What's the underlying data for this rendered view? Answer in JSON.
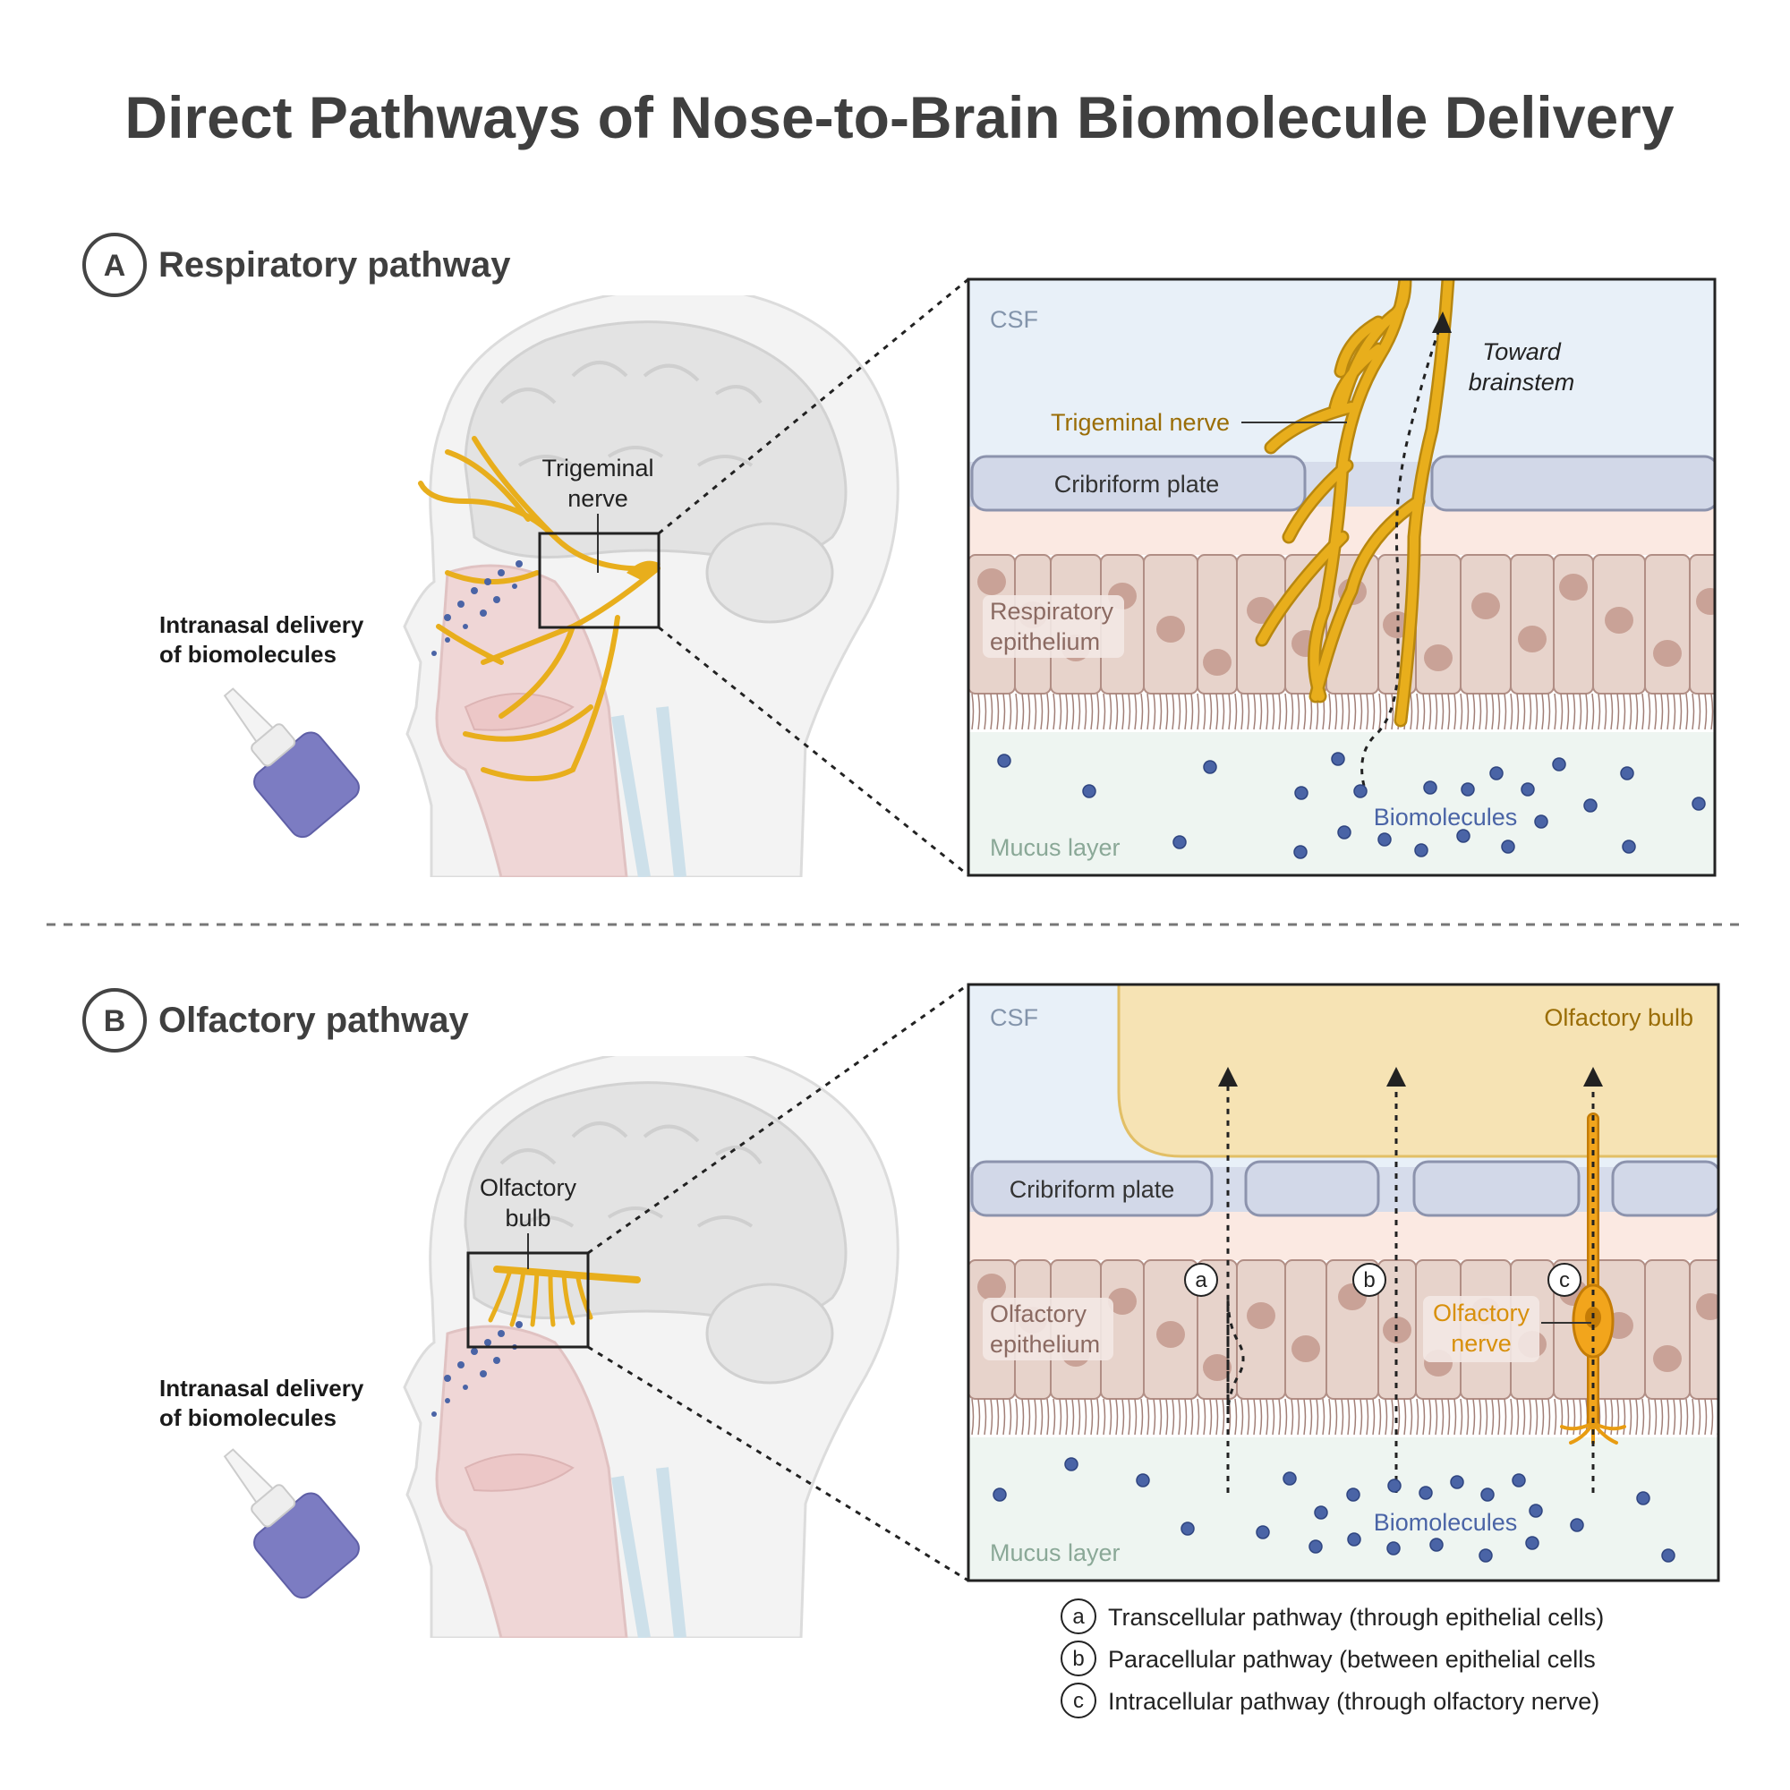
{
  "title": "Direct Pathways of Nose-to-Brain Biomolecule Delivery",
  "colors": {
    "nerve": "#e8ae1c",
    "nerve_text": "#9a6d06",
    "olfactory_text": "#d8900c",
    "biomolecule": "#4a64a6",
    "csf": "#e8f0f8",
    "plate": "#d2d8e8",
    "mucus": "#eef5f1",
    "cell": "#e7d3cb",
    "nucleus": "#c9a297",
    "bulb": "#f6e3b4",
    "bottle": "#7c7cc2"
  },
  "panels": [
    {
      "letter": "A",
      "heading": "Respiratory pathway",
      "delivery_label": [
        "Intranasal delivery",
        "of biomolecules"
      ],
      "head_callout": [
        "Trigeminal",
        "nerve"
      ],
      "inset": {
        "csf": "CSF",
        "nerve_label": "Trigeminal nerve",
        "toward": [
          "Toward",
          "brainstem"
        ],
        "plate": "Cribriform plate",
        "epithelium": [
          "Respiratory",
          "epithelium"
        ],
        "biomolecules": "Biomolecules",
        "mucus": "Mucus layer"
      }
    },
    {
      "letter": "B",
      "heading": "Olfactory pathway",
      "delivery_label": [
        "Intranasal delivery",
        "of biomolecules"
      ],
      "head_callout": [
        "Olfactory",
        "bulb"
      ],
      "inset": {
        "csf": "CSF",
        "bulb": "Olfactory bulb",
        "plate": "Cribriform plate",
        "epithelium": [
          "Olfactory",
          "epithelium"
        ],
        "nerve_label": [
          "Olfactory",
          "nerve"
        ],
        "biomolecules": "Biomolecules",
        "mucus": "Mucus layer",
        "markers": [
          "a",
          "b",
          "c"
        ]
      }
    }
  ],
  "legend": [
    {
      "marker": "a",
      "text": "Transcellular pathway (through epithelial cells)"
    },
    {
      "marker": "b",
      "text": "Paracellular pathway (between epithelial cells"
    },
    {
      "marker": "c",
      "text": "Intracellular pathway (through olfactory nerve)"
    }
  ]
}
